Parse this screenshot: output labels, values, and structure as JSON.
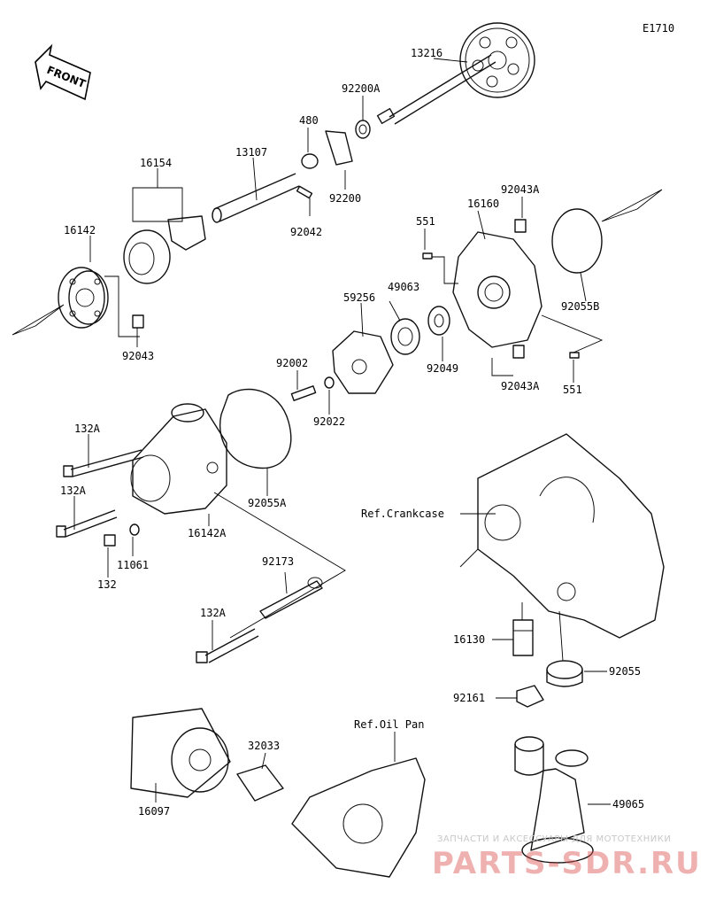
{
  "diagram": {
    "code": "E1710",
    "front_label": "FRONT",
    "parts": {
      "p13216": "13216",
      "p92200A": "92200A",
      "p480": "480",
      "p13107": "13107",
      "p16154": "16154",
      "p92200": "92200",
      "p92042": "92042",
      "p16142": "16142",
      "p92043": "92043",
      "p551a": "551",
      "p16160": "16160",
      "p92043A_top": "92043A",
      "p92055B": "92055B",
      "p49063": "49063",
      "p59256": "59256",
      "p92049": "92049",
      "p92002": "92002",
      "p92022": "92022",
      "p92043A_bot": "92043A",
      "p551b": "551",
      "p132A_1": "132A",
      "p132A_2": "132A",
      "p92055A": "92055A",
      "p16142A": "16142A",
      "p11061": "11061",
      "p132": "132",
      "p92173": "92173",
      "p132A_3": "132A",
      "pRefCrankcase": "Ref.Crankcase",
      "p16130": "16130",
      "p92055": "92055",
      "p92161": "92161",
      "pRefOilPan": "Ref.Oil Pan",
      "p32033": "32033",
      "p16097": "16097",
      "p49065": "49065"
    }
  },
  "watermark": {
    "line1": "ЗАПЧАСТИ И АКСЕССУАРЫ ДЛЯ МОТОТЕХНИКИ",
    "line2": "PARTS-SDR.RU",
    "color": "#d9534f"
  }
}
